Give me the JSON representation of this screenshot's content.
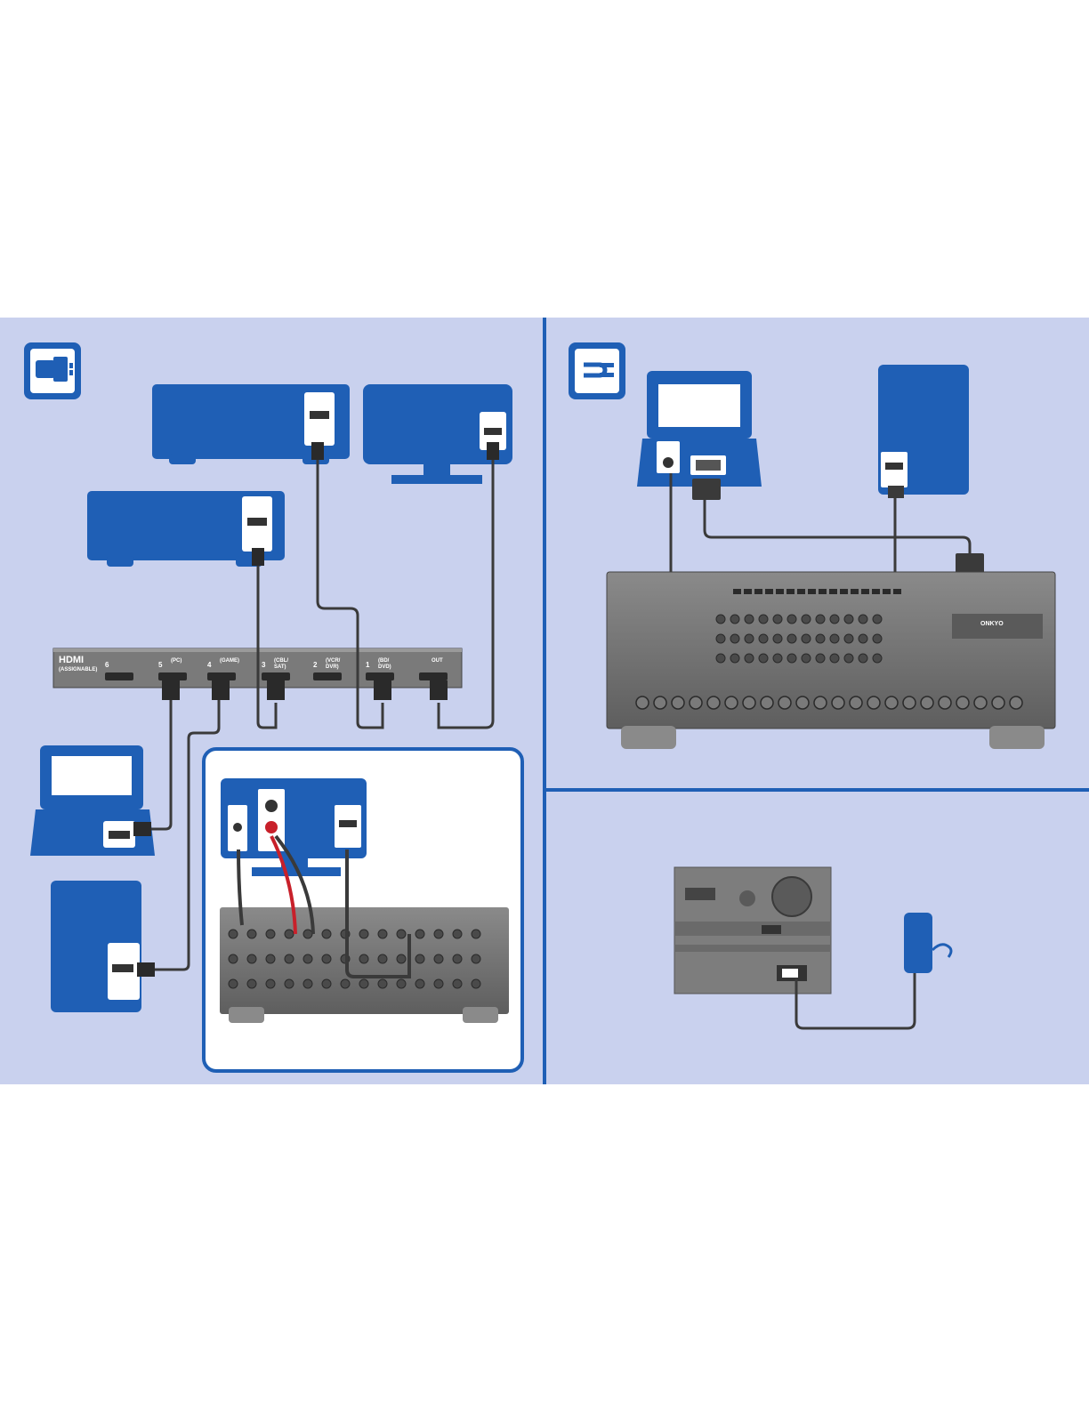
{
  "colors": {
    "panel_bg": "#c9d1ee",
    "brand_blue": "#1f5fb5",
    "divider": "#1f5fb5",
    "receiver_gray": "#6b6b6b",
    "cable_dark": "#3a3a3a",
    "cable_red": "#c8202a",
    "cable_yellow": "#e8d21e",
    "adapter_blue": "#1f5fb5"
  },
  "icons": {
    "hdmi_section": "hdmi-plug-icon",
    "analog_section": "rca-plug-icon"
  },
  "hdmi_bar": {
    "title": "HDMI",
    "subtitle": "(ASSIGNABLE)",
    "ports": [
      {
        "number": "6",
        "label": ""
      },
      {
        "number": "5",
        "label": "(PC)"
      },
      {
        "number": "4",
        "label": "(GAME)"
      },
      {
        "number": "3",
        "label": "(CBL/ SAT)"
      },
      {
        "number": "2",
        "label": "(VCR/ DVR)"
      },
      {
        "number": "1",
        "label": "(BD/ DVD)"
      },
      {
        "number": "",
        "label": "OUT"
      }
    ]
  },
  "receiver": {
    "brand": "ONKYO"
  }
}
